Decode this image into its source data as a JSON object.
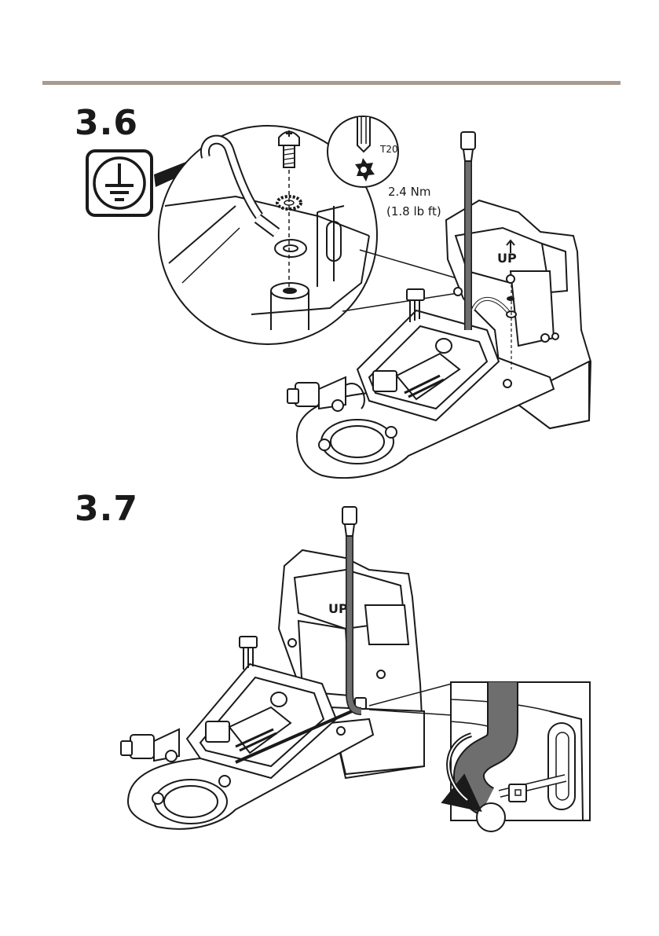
{
  "steps": [
    {
      "number": "3.6",
      "tool": "T20",
      "torque_nm": "2.4 Nm",
      "torque_lbft": "(1.8 lb ft)",
      "up_mark": "UP"
    },
    {
      "number": "3.7",
      "up_mark": "UP"
    }
  ],
  "colors": {
    "rule": "#a89a8e",
    "ink": "#1a1a1a",
    "cable": "#6e6e6e"
  },
  "icons": [
    "ground-symbol-icon",
    "torx-bit-icon",
    "screw-icon",
    "lock-washer-icon",
    "ring-terminal-icon",
    "rotate-arrow-icon"
  ]
}
